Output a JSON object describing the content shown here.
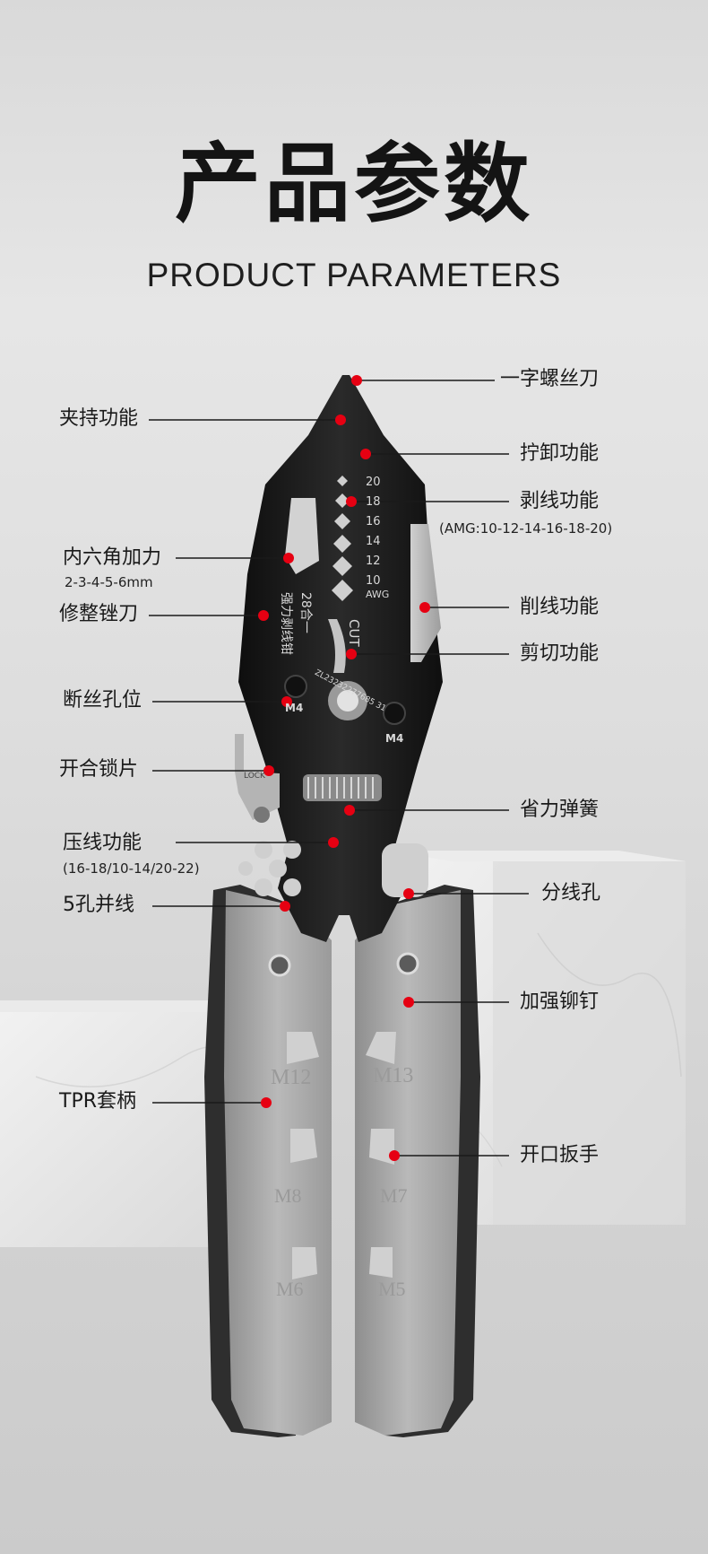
{
  "header": {
    "title_cn": "产品参数",
    "title_en": "PRODUCT PARAMETERS"
  },
  "callouts_left": [
    {
      "label": "夹持功能"
    },
    {
      "label": "内六角加力",
      "sub": "2-3-4-5-6mm"
    },
    {
      "label": "修整锉刀"
    },
    {
      "label": "断丝孔位"
    },
    {
      "label": "开合锁片"
    },
    {
      "label": "压线功能",
      "sub": "(16-18/10-14/20-22)"
    },
    {
      "label": "5孔并线"
    },
    {
      "label": "TPR套柄"
    }
  ],
  "callouts_right": [
    {
      "label": "一字螺丝刀"
    },
    {
      "label": "拧卸功能"
    },
    {
      "label": "剥线功能",
      "sub": "(AMG:10-12-14-16-18-20)"
    },
    {
      "label": "削线功能"
    },
    {
      "label": "剪切功能"
    },
    {
      "label": "省力弹簧"
    },
    {
      "label": "分线孔"
    },
    {
      "label": "加强铆钉"
    },
    {
      "label": "开口扳手"
    }
  ],
  "tool_markings": {
    "awg_sizes": [
      "20",
      "18",
      "16",
      "14",
      "12",
      "10"
    ],
    "awg_unit": "AWG",
    "cut": "CUT",
    "model_number": "28合一",
    "model_name": "强力剥线钳",
    "serial": "ZL23232277685 31",
    "m4_left": "M4",
    "m4_right": "M4",
    "lock": "LOCK",
    "wrench_sizes": [
      "M12",
      "M13",
      "M8",
      "M7",
      "M6",
      "M5"
    ]
  },
  "colors": {
    "dot": "#e60012",
    "steel_dark": "#1b1b1b",
    "handle_grey": "#a3a3a3",
    "handle_rubber": "#3a3a3a"
  }
}
